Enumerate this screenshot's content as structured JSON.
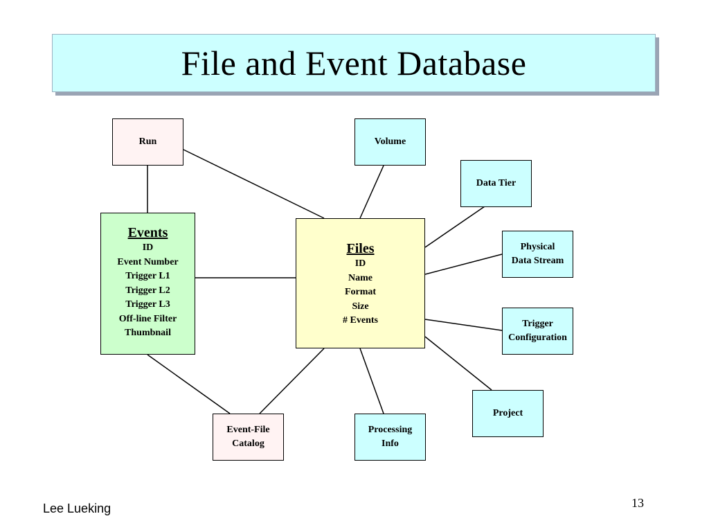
{
  "title": "File and Event Database",
  "colors": {
    "title_bg": "#ccffff",
    "entity_events": "#ccffcc",
    "entity_files": "#ffffcc",
    "table_pink": "#fff3f3",
    "table_cyan": "#ccffff"
  },
  "nodes": {
    "run": {
      "label": "Run"
    },
    "volume": {
      "label": "Volume"
    },
    "data_tier": {
      "label": "Data Tier"
    },
    "physical_data_stream": {
      "label": "Physical\nData Stream"
    },
    "trigger_configuration": {
      "label": "Trigger\nConfiguration"
    },
    "project": {
      "label": "Project"
    },
    "processing_info": {
      "label": "Processing\nInfo"
    },
    "event_file_catalog": {
      "label": "Event-File\nCatalog"
    },
    "events": {
      "header": "Events",
      "fields": [
        "ID",
        "Event Number",
        "Trigger L1",
        "Trigger L2",
        "Trigger L3",
        "Off-line Filter",
        "Thumbnail"
      ]
    },
    "files": {
      "header": "Files",
      "fields": [
        "ID",
        "Name",
        "Format",
        "Size",
        "# Events"
      ]
    }
  },
  "connections": [
    {
      "from": "run",
      "to": "events"
    },
    {
      "from": "run",
      "to": "files"
    },
    {
      "from": "volume",
      "to": "files"
    },
    {
      "from": "data_tier",
      "to": "files"
    },
    {
      "from": "physical_data_stream",
      "to": "files"
    },
    {
      "from": "trigger_configuration",
      "to": "files"
    },
    {
      "from": "project",
      "to": "files"
    },
    {
      "from": "processing_info",
      "to": "files"
    },
    {
      "from": "event_file_catalog",
      "to": "files"
    },
    {
      "from": "event_file_catalog",
      "to": "events"
    },
    {
      "from": "events",
      "to": "files"
    }
  ],
  "footer": {
    "author": "Lee Lueking",
    "page_number": "13"
  }
}
